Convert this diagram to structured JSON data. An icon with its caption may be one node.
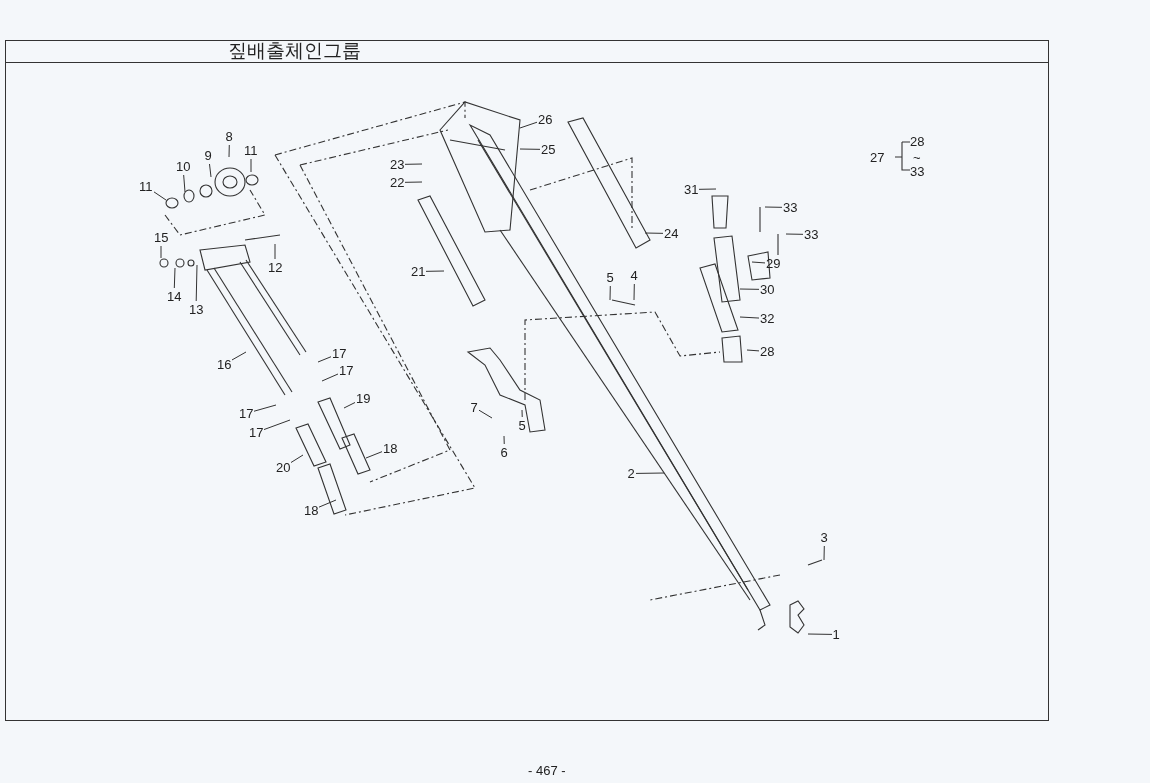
{
  "diagram": {
    "title": "짚배출체인그룹",
    "nodes": [
      {
        "text": [
          "26"
        ]
      },
      {
        "text": [
          "8"
        ]
      },
      {
        "text": [
          "11"
        ]
      },
      {
        "text": [
          "25"
        ]
      },
      {
        "text": [
          "9"
        ]
      },
      {
        "text": [
          "23"
        ]
      },
      {
        "text": [
          "10"
        ]
      },
      {
        "text": [
          "22"
        ]
      },
      {
        "text": [
          "11"
        ]
      },
      {
        "text": [
          "31"
        ]
      },
      {
        "text": [
          "33"
        ]
      },
      {
        "text": [
          "24"
        ]
      },
      {
        "text": [
          "33"
        ]
      },
      {
        "text": [
          "15"
        ]
      },
      {
        "text": [
          "29"
        ]
      },
      {
        "text": [
          "12"
        ]
      },
      {
        "text": [
          "21"
        ]
      },
      {
        "text": [
          "4"
        ]
      },
      {
        "text": [
          "5"
        ]
      },
      {
        "text": [
          "30"
        ]
      },
      {
        "text": [
          "14"
        ]
      },
      {
        "text": [
          "13"
        ]
      },
      {
        "text": [
          "32"
        ]
      },
      {
        "text": [
          "28"
        ]
      },
      {
        "text": [
          "17"
        ]
      },
      {
        "text": [
          "16"
        ]
      },
      {
        "text": [
          "17"
        ]
      },
      {
        "text": [
          "19"
        ]
      },
      {
        "text": [
          "7"
        ]
      },
      {
        "text": [
          "17"
        ]
      },
      {
        "text": [
          "5"
        ]
      },
      {
        "text": [
          "17"
        ]
      },
      {
        "text": [
          "18"
        ]
      },
      {
        "text": [
          "6"
        ]
      },
      {
        "text": [
          "20"
        ]
      },
      {
        "text": [
          "2"
        ]
      },
      {
        "text": [
          "18"
        ]
      },
      {
        "text": [
          "3"
        ]
      },
      {
        "text": [
          "1"
        ]
      }
    ],
    "edges": [
      {
        "from": 0,
        "to": null,
        "arrow": "none"
      },
      {
        "from": 1,
        "to": null,
        "arrow": "none"
      },
      {
        "from": 2,
        "to": null,
        "arrow": "none"
      },
      {
        "from": 3,
        "to": null,
        "arrow": "none"
      },
      {
        "from": 4,
        "to": null,
        "arrow": "none"
      },
      {
        "from": 5,
        "to": null,
        "arrow": "none"
      },
      {
        "from": 6,
        "to": null,
        "arrow": "none"
      },
      {
        "from": 7,
        "to": null,
        "arrow": "none"
      },
      {
        "from": 8,
        "to": null,
        "arrow": "none"
      },
      {
        "from": 9,
        "to": null,
        "arrow": "none"
      },
      {
        "from": 10,
        "to": null,
        "arrow": "none"
      },
      {
        "from": 11,
        "to": null,
        "arrow": "none"
      },
      {
        "from": 12,
        "to": null,
        "arrow": "none"
      },
      {
        "from": 13,
        "to": null,
        "arrow": "none"
      },
      {
        "from": 14,
        "to": null,
        "arrow": "none"
      },
      {
        "from": 15,
        "to": null,
        "arrow": "none"
      },
      {
        "from": 16,
        "to": null,
        "arrow": "none"
      },
      {
        "from": 17,
        "to": null,
        "arrow": "none"
      },
      {
        "from": 18,
        "to": null,
        "arrow": "none"
      },
      {
        "from": 19,
        "to": null,
        "arrow": "none"
      },
      {
        "from": 20,
        "to": null,
        "arrow": "none"
      },
      {
        "from": 21,
        "to": null,
        "arrow": "none"
      },
      {
        "from": 22,
        "to": null,
        "arrow": "none"
      },
      {
        "from": 23,
        "to": null,
        "arrow": "none"
      },
      {
        "from": 24,
        "to": null,
        "arrow": "none"
      },
      {
        "from": 25,
        "to": null,
        "arrow": "none"
      },
      {
        "from": 26,
        "to": null,
        "arrow": "none"
      },
      {
        "from": 27,
        "to": null,
        "arrow": "none"
      },
      {
        "from": 28,
        "to": null,
        "arrow": "none"
      },
      {
        "from": 29,
        "to": null,
        "arrow": "none"
      },
      {
        "from": 30,
        "to": null,
        "arrow": "none"
      },
      {
        "from": 31,
        "to": null,
        "arrow": "none"
      },
      {
        "from": 32,
        "to": null,
        "arrow": "none"
      },
      {
        "from": 33,
        "to": null,
        "arrow": "none"
      },
      {
        "from": 34,
        "to": null,
        "arrow": "none"
      },
      {
        "from": 35,
        "to": null,
        "arrow": "none"
      },
      {
        "from": 36,
        "to": null,
        "arrow": "none"
      },
      {
        "from": 37,
        "to": null,
        "arrow": "none"
      },
      {
        "from": 38,
        "to": null,
        "arrow": "none"
      }
    ],
    "labels": [
      "27",
      "28",
      "~",
      "33",
      "- 467 -"
    ]
  }
}
